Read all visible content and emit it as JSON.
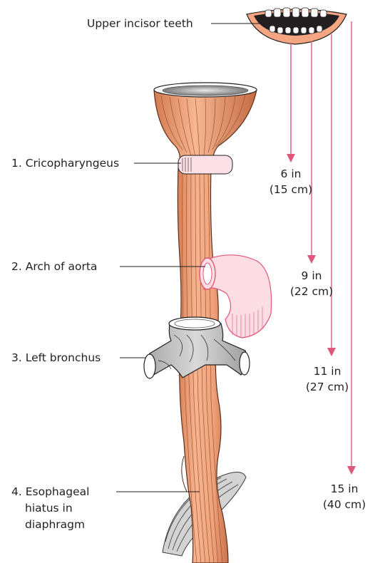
{
  "labels": {
    "teeth": "Upper incisor teeth",
    "cricopharyngeus": "1. Cricopharyngeus",
    "aorta": "2. Arch of aorta",
    "bronchus": "3. Left bronchus",
    "hiatus_line1": "4. Esophageal",
    "hiatus_line2": "hiatus in",
    "hiatus_line3": "diaphragm"
  },
  "distances": [
    {
      "inches": "6 in",
      "cm": "(15 cm)"
    },
    {
      "inches": "9 in",
      "cm": "(22 cm)"
    },
    {
      "inches": "11 in",
      "cm": "(27 cm)"
    },
    {
      "inches": "15 in",
      "cm": "(40 cm)"
    }
  ],
  "colors": {
    "muscle": "#f0a27a",
    "muscle_line": "#8a4a2c",
    "arrow": "#e0577b",
    "aorta": "#fbdde3",
    "aorta_line": "#e0577b",
    "bronchus": "#c9c9c9",
    "diaphragm": "#cfcfcf"
  }
}
